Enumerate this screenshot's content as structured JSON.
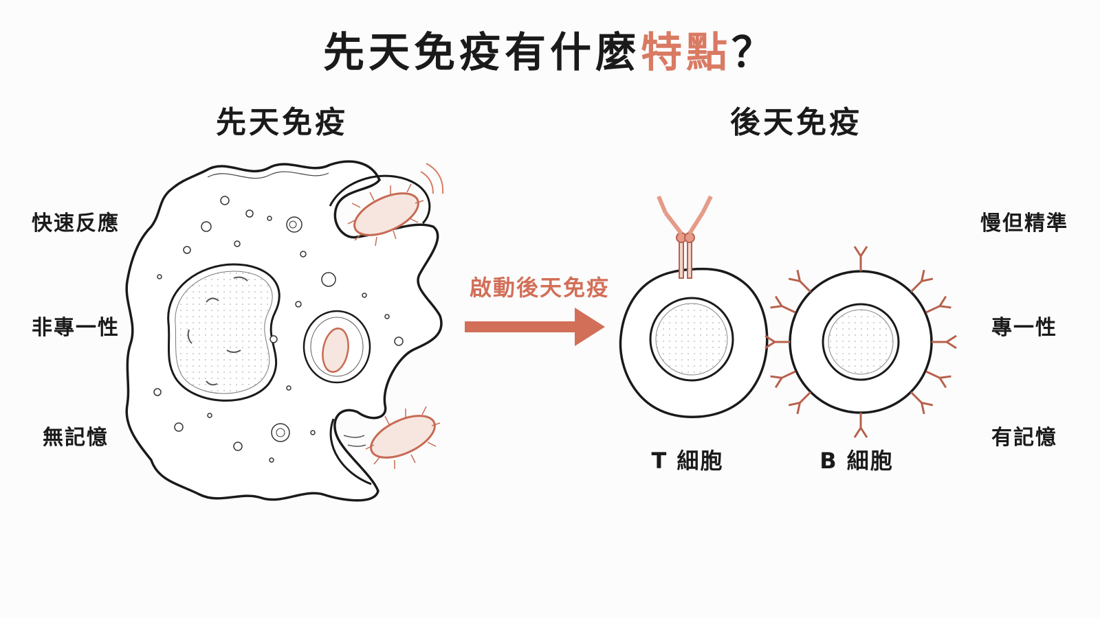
{
  "title": {
    "main": "先天免疫有什麼",
    "highlight": "特點",
    "end": "？"
  },
  "innate": {
    "heading": "先天免疫",
    "traits": [
      "快速反應",
      "非專一性",
      "無記憶"
    ]
  },
  "adaptive": {
    "heading": "後天免疫",
    "traits": [
      "慢但精準",
      "專一性",
      "有記憶"
    ]
  },
  "arrow_label": "啟動後天免疫",
  "cells": {
    "t_cell": "T 細胞",
    "b_cell": "B 細胞"
  },
  "colors": {
    "accent": "#d97a63",
    "arrow": "#d26f58",
    "ink": "#1a1a1a",
    "bacteria_fill": "#f6e6df"
  }
}
